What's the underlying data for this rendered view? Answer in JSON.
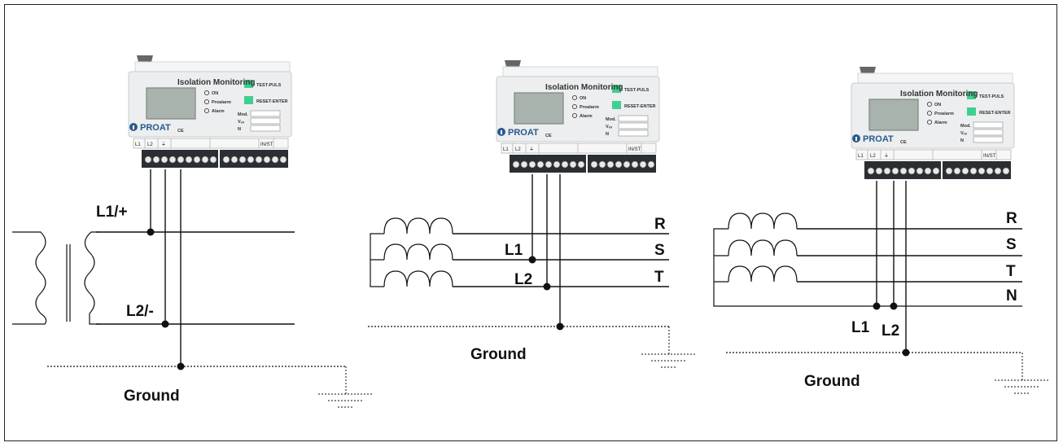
{
  "devices": [
    {
      "title": "Isolation Monitoring",
      "leds": [
        "ON",
        "Proalarm",
        "Alarm"
      ],
      "buttons": [
        "TEST-PULS",
        "RESET-ENTER"
      ],
      "brand": "PROAT",
      "mark": "CE",
      "info_labels": [
        "Mod.",
        "Vₛₒ",
        "N"
      ],
      "terminal_labels": [
        "L1",
        "L2",
        "⏚",
        "IN/ST"
      ],
      "colors": {
        "body": "#eceeef",
        "display": "#a9b3ad",
        "button": "#3fcf91",
        "terminal": "#2b2f33"
      }
    },
    {
      "title": "Isolation Monitoring",
      "leds": [
        "ON",
        "Proalarm",
        "Alarm"
      ],
      "buttons": [
        "TEST-PULS",
        "RESET-ENTER"
      ],
      "brand": "PROAT",
      "mark": "CE",
      "info_labels": [
        "Mod.",
        "Vₛₒ",
        "N"
      ],
      "terminal_labels": [
        "L1",
        "L2",
        "⏚",
        "IN/ST"
      ]
    },
    {
      "title": "Isolation Monitoring",
      "leds": [
        "ON",
        "Proalarm",
        "Alarm"
      ],
      "buttons": [
        "TEST-PULS",
        "RESET-ENTER"
      ],
      "brand": "PROAT",
      "mark": "CE",
      "info_labels": [
        "Mod.",
        "Vₛₒ",
        "N"
      ],
      "terminal_labels": [
        "L1",
        "L2",
        "⏚",
        "IN/ST"
      ]
    }
  ],
  "diagram1": {
    "l1_label": "L1/+",
    "l2_label": "L2/-",
    "ground_label": "Ground"
  },
  "diagram2": {
    "phases": [
      "R",
      "S",
      "T"
    ],
    "l1_label": "L1",
    "l2_label": "L2",
    "ground_label": "Ground"
  },
  "diagram3": {
    "phases": [
      "R",
      "S",
      "T",
      "N"
    ],
    "l1_label": "L1",
    "l2_label": "L2",
    "ground_label": "Ground"
  },
  "icons": [
    "transformer-icon",
    "coil-icon",
    "ground-symbol-icon",
    "info-icon"
  ]
}
